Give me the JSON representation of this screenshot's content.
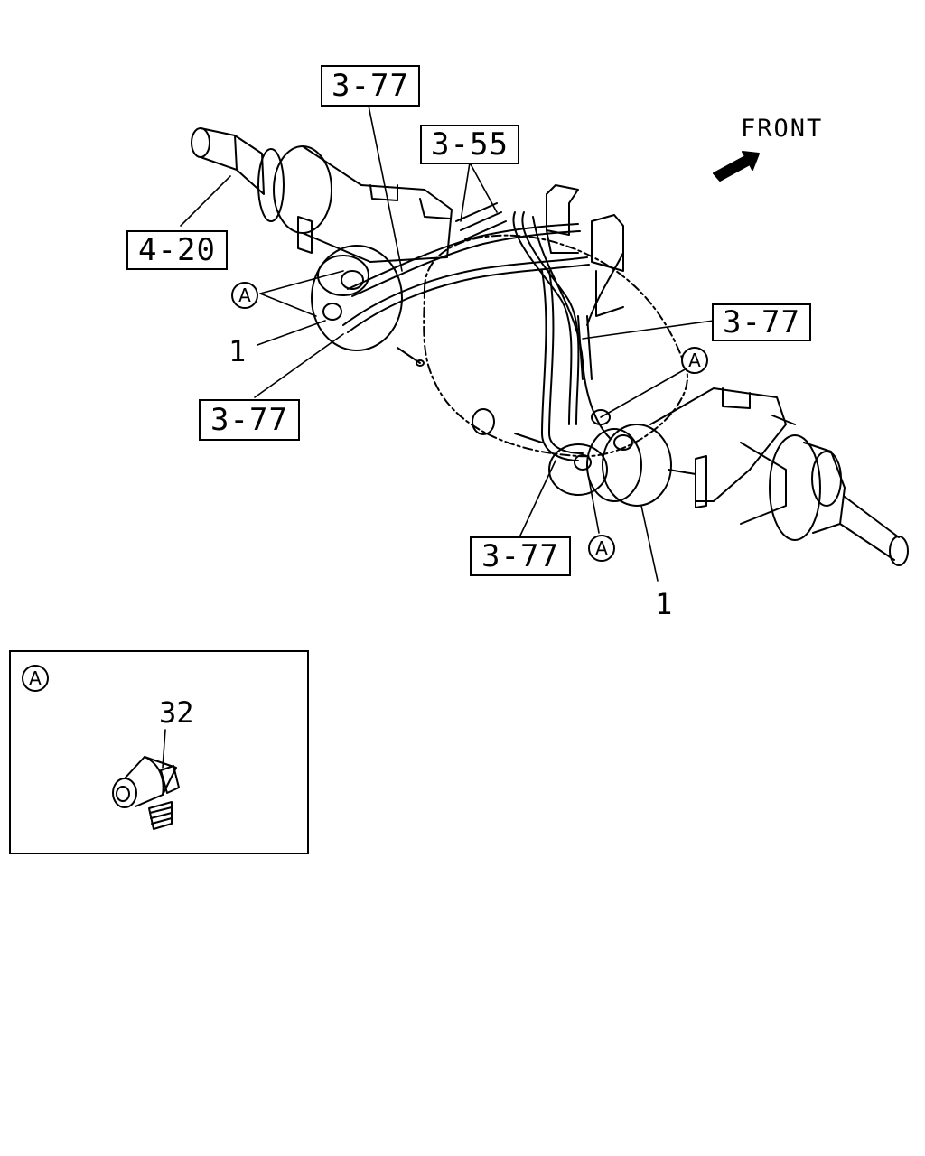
{
  "direction_label": "FRONT",
  "callouts": {
    "ref_3_77_top": "3-77",
    "ref_3_55": "3-55",
    "ref_4_20": "4-20",
    "ref_3_77_right": "3-77",
    "ref_3_77_left": "3-77",
    "ref_3_77_bottom": "3-77",
    "part_1_left": "1",
    "part_1_right": "1",
    "detail_a_1": "A",
    "detail_a_2": "A",
    "detail_a_3": "A"
  },
  "inset": {
    "detail_marker": "A",
    "part_number": "32"
  },
  "icons": {
    "front_arrow": "front-direction-arrow-icon",
    "fitting": "elbow-fitting-icon"
  }
}
